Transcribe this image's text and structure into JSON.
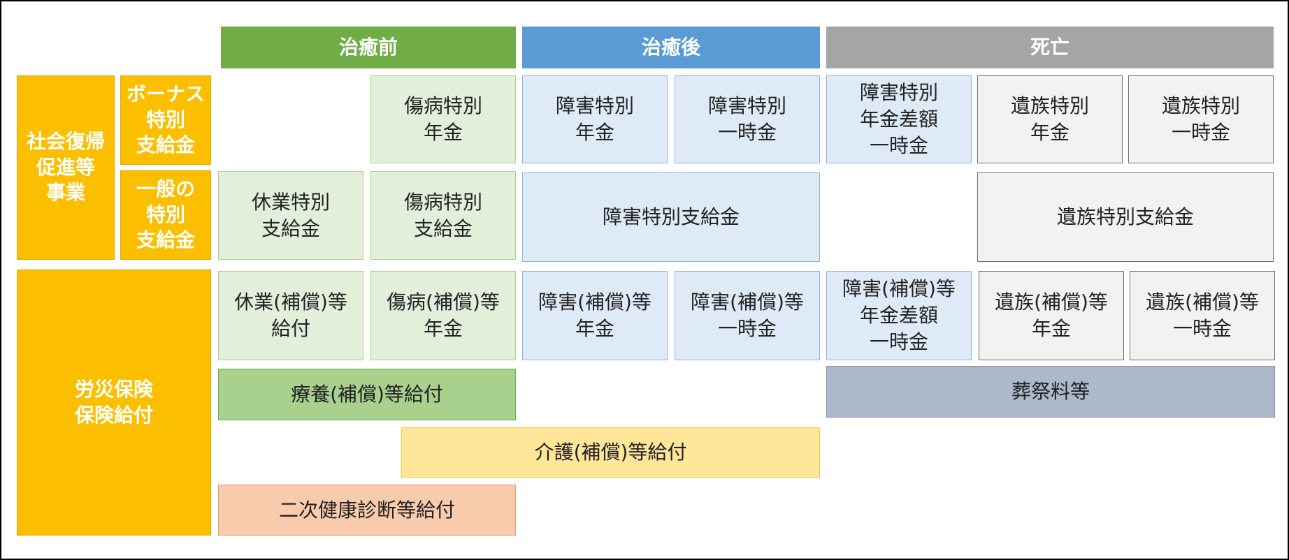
{
  "headers": {
    "pre": "治癒前",
    "post": "治癒後",
    "death": "死亡"
  },
  "side": {
    "social": "社会復帰\n促進等\n事業",
    "bonus": "ボーナス\n特別\n支給金",
    "general": "一般の\n特別\n支給金",
    "insurance": "労災保険\n保険給付"
  },
  "bonus_row": {
    "sick_annuity": "傷病特別\n年金",
    "disability_annuity": "障害特別\n年金",
    "disability_lump": "障害特別\n一時金",
    "disability_diff": "障害特別\n年金差額\n一時金",
    "survivor_annuity": "遺族特別\n年金",
    "survivor_lump": "遺族特別\n一時金"
  },
  "general_row": {
    "leave": "休業特別\n支給金",
    "sick": "傷病特別\n支給金",
    "disability": "障害特別支給金",
    "survivor": "遺族特別支給金"
  },
  "insurance_row": {
    "leave": "休業(補償)等\n給付",
    "sick": "傷病(補償)等\n年金",
    "disability_annuity": "障害(補償)等\n年金",
    "disability_lump": "障害(補償)等\n一時金",
    "disability_diff": "障害(補償)等\n年金差額\n一時金",
    "survivor_annuity": "遺族(補償)等\n年金",
    "survivor_lump": "遺族(補償)等\n一時金"
  },
  "wide": {
    "medical": "療養(補償)等給付",
    "funeral": "葬祭料等",
    "care": "介護(補償)等給付",
    "health_check": "二次健康診断等給付"
  },
  "colors": {
    "pre_header": "#70ad47",
    "post_header": "#5b9bd5",
    "death_header": "#a5a5a5",
    "side": "#fbbf00",
    "medical": "#a9d18e",
    "funeral": "#adb9ca",
    "care": "#ffe699",
    "health_check": "#f8cbad"
  }
}
